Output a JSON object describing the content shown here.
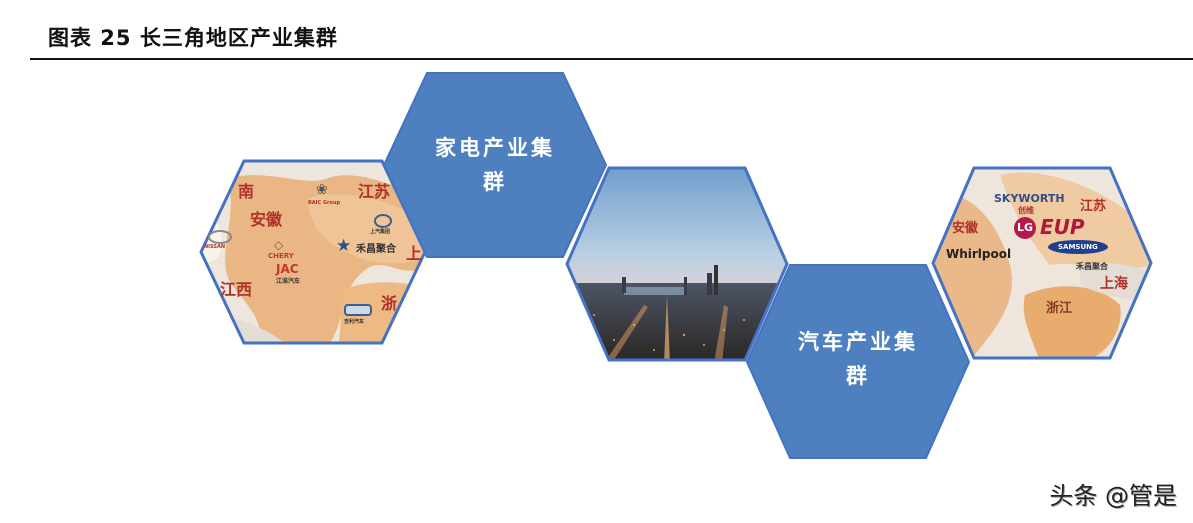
{
  "header": {
    "title": "图表 25 长三角地区产业集群"
  },
  "colors": {
    "hex_blue": "#4E7FBF",
    "hex_border": "#4472C4",
    "map_orange": "#E8B07A",
    "map_bg": "#EEE6DC",
    "label_red": "#B0302A"
  },
  "hexagons": [
    {
      "type": "image",
      "description": "car industry map",
      "labels": {
        "henan": "南",
        "anhui": "安徽",
        "jiangsu": "江苏",
        "jiangxi": "江西",
        "zhejiang": "浙",
        "shanghai": "上",
        "hechang": "禾昌聚合",
        "chery": "CHERY",
        "jac": "JAC",
        "jac_cn": "江淮汽车",
        "nissan": "NISSAN",
        "saic": "上汽集团",
        "baic": "BAIC Group",
        "geely": "吉利汽车"
      }
    },
    {
      "type": "text",
      "label": "家电产业集群"
    },
    {
      "type": "image",
      "description": "city skyline photo"
    },
    {
      "type": "text",
      "label": "汽车产业集群"
    },
    {
      "type": "image",
      "description": "appliance industry map",
      "labels": {
        "anhui": "安徽",
        "jiangsu": "江苏",
        "shanghai": "上海",
        "zhejiang": "浙江",
        "hechang": "禾昌聚合",
        "skyworth": "SKYWORTH",
        "skyworth_cn": "创维",
        "lg": "LG",
        "eup": "EUP",
        "samsung": "SAMSUNG",
        "whirlpool": "Whirlpool"
      }
    }
  ],
  "watermark": "头条 @管是"
}
